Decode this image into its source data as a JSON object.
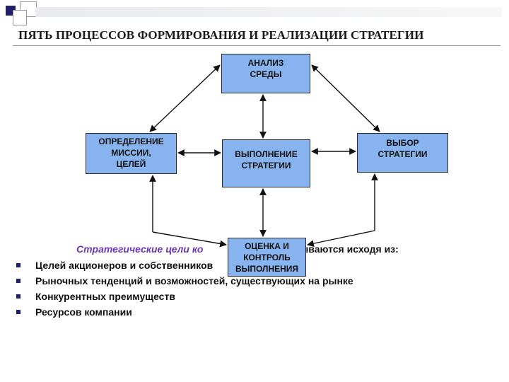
{
  "title": "ПЯТЬ ПРОЦЕССОВ ФОРМИРОВАНИЯ И РЕАЛИЗАЦИИ СТРАТЕГИИ",
  "boxes": {
    "analysis": "АНАЛИЗ\nСРЕДЫ",
    "mission": "ОПРЕДЕЛЕНИЕ\nМИССИИ,\nЦЕЛЕЙ",
    "execution": "ВЫПОЛНЕНИЕ\nСТРАТЕГИИ",
    "choice": "ВЫБОР\nСТРАТЕГИИ",
    "control": "ОЦЕНКА И\nКОНТРОЛЬ\nВЫПОЛНЕНИЯ"
  },
  "goals_intro": {
    "italic": "Стратегические цели ко",
    "rest": "тываются исходя из:"
  },
  "bullets": [
    "Целей акционеров и собственников",
    "Рыночных тенденций и возможностей, существующих на рынке",
    "Конкурентных преимуществ",
    "Ресурсов компании"
  ],
  "colors": {
    "box_fill": "#87b4ee",
    "accent_text": "#6b36b0",
    "bullet": "#1f1f6a"
  }
}
